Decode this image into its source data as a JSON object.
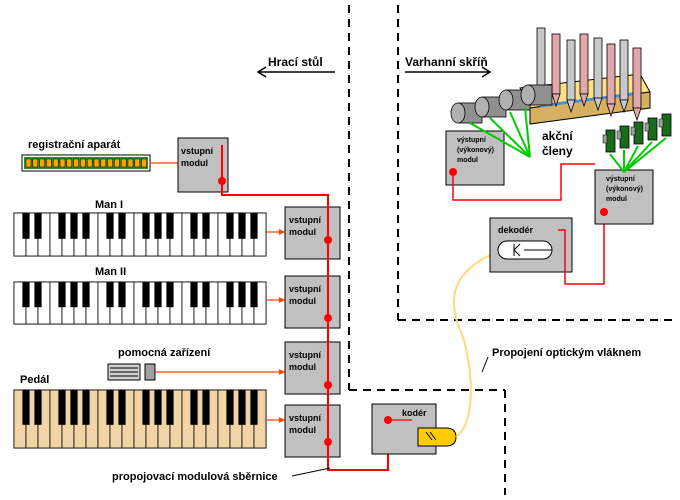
{
  "labels": {
    "console": "Hrací stůl",
    "organ_case": "Varhanní skříň",
    "registration": "registrační aparát",
    "manual1": "Man I",
    "manual2": "Man II",
    "auxiliary": "pomocná zařízení",
    "pedal": "Pedál",
    "bus": "propojovací modulová sběrnice",
    "optical_link": "Propojení optickým vláknem",
    "actuators_line1": "akční",
    "actuators_line2": "členy"
  },
  "modules": {
    "input_line1": "vstupní",
    "input_line2": "modul",
    "output_line1": "výstupní",
    "output_line2": "(výkonový)",
    "output_line3": "modul",
    "encoder": "kodér",
    "decoder": "dekodér"
  },
  "colors": {
    "bus_line": "#ff0000",
    "module_fill": "#c0c0c0",
    "fiber": "#ffd980",
    "actuator_green": "#00cc00",
    "registration_fill": "#ffa500",
    "pedal_keys": "#f2d4a6"
  }
}
